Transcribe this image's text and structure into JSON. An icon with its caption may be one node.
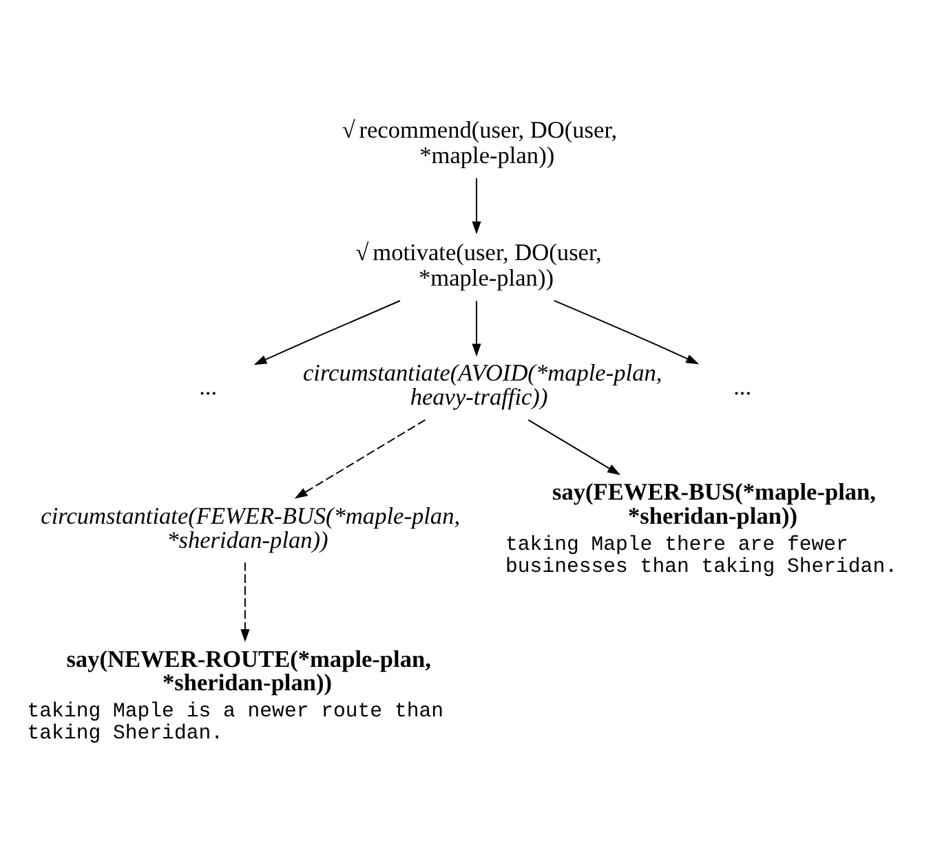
{
  "diagram": {
    "nodes": [
      {
        "text": [
          "√",
          "recommend(user, DO(user, *maple-plan))"
        ]
      },
      {
        "text": [
          "√",
          "motivate(user, DO(user, *maple-plan))"
        ]
      },
      {
        "text": [
          "..."
        ]
      },
      {
        "text": [
          "circumstantiate(AVOID(*maple-plan, heavy-traffic))"
        ]
      },
      {
        "text": [
          "..."
        ]
      },
      {
        "text": [
          "circumstantiate(FEWER-BUS(*maple-plan, *sheridan-plan))"
        ]
      },
      {
        "text": [
          "say(NEWER-ROUTE(*maple-plan, *sheridan-plan))"
        ],
        "beside": [
          "taking Maple is a newer route than taking Sheridan."
        ]
      },
      {
        "text": [
          "say(FEWER-BUS(*maple-plan, *sheridan-plan))"
        ],
        "beside": [
          "taking Maple there are fewer businesses than taking Sheridan."
        ]
      }
    ],
    "edges": [
      {
        "from": 0,
        "to": 1,
        "arrow": "to"
      },
      {
        "from": 1,
        "to": 2,
        "arrow": "to"
      },
      {
        "from": 1,
        "to": 3,
        "arrow": "to"
      },
      {
        "from": 1,
        "to": 4,
        "arrow": "to"
      },
      {
        "from": 3,
        "to": 5,
        "arrow": "to",
        "style": "dashed"
      },
      {
        "from": 3,
        "to": 7,
        "arrow": "to"
      },
      {
        "from": 5,
        "to": 6,
        "arrow": "to",
        "style": "dashed"
      }
    ]
  }
}
